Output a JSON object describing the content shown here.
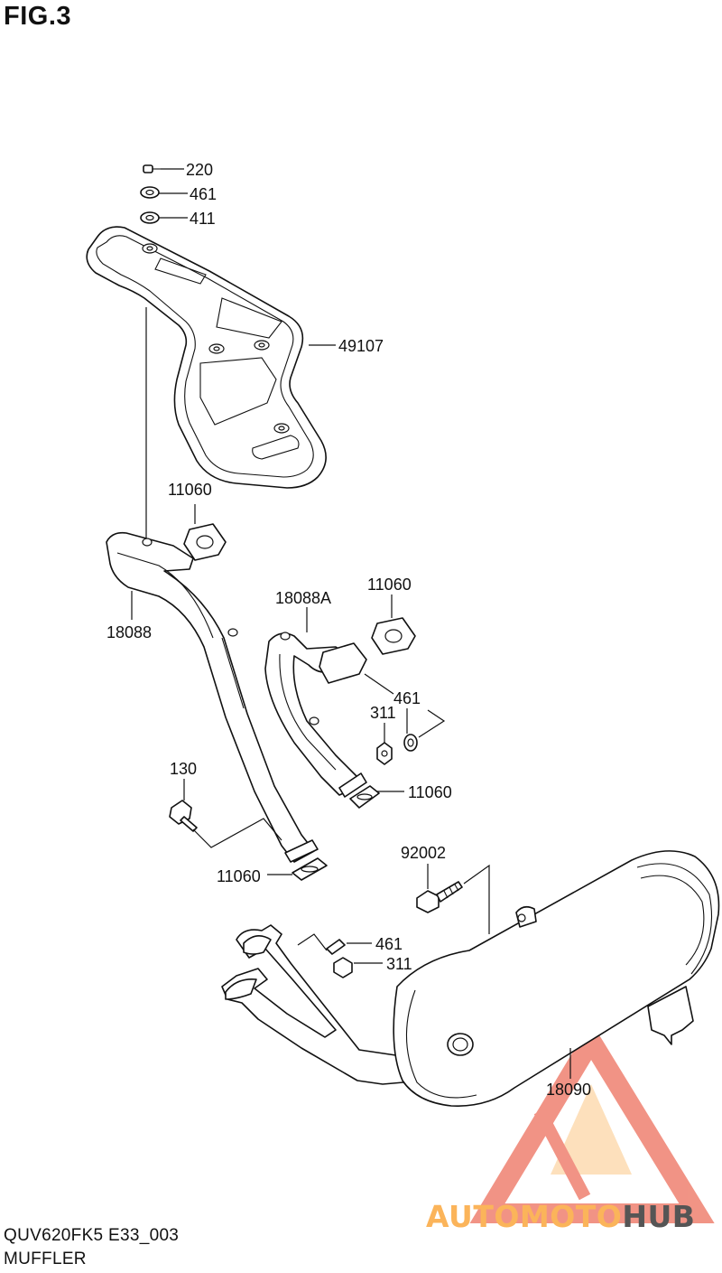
{
  "figure": {
    "title": "FIG.3",
    "model_code": "QUV620FK5 E33_003",
    "section": "MUFFLER"
  },
  "part_labels": {
    "p220": "220",
    "p461_top": "461",
    "p411": "411",
    "p49107": "49107",
    "p11060_a": "11060",
    "p18088": "18088",
    "p18088A": "18088A",
    "p11060_b": "11060",
    "p461_mid": "461",
    "p311_mid": "311",
    "p130": "130",
    "p11060_c": "11060",
    "p11060_d": "11060",
    "p92002": "92002",
    "p461_low": "461",
    "p311_low": "311",
    "p18090": "18090"
  },
  "watermark": {
    "word_a": "AUTOMOTO",
    "word_b": "HUB",
    "color_primary": "#f08878",
    "color_secondary": "#fbb45a",
    "color_dark": "#555555"
  }
}
